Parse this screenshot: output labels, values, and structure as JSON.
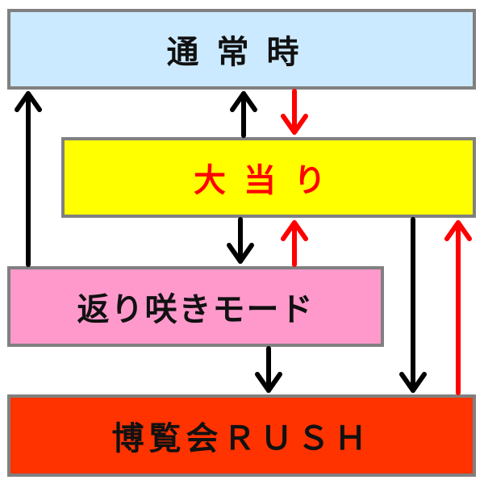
{
  "nodes": {
    "normal": "通常時",
    "jackpot": "大当り",
    "comeback": "返り咲きモード",
    "rush": "博覧会ＲＵＳＨ"
  },
  "colors": {
    "normal": "#cceaff",
    "jackpot": "#ffff00",
    "comeback": "#ff99cc",
    "rush": "#ff3300",
    "red_arrow": "#ff0000",
    "black_arrow": "#000000"
  }
}
